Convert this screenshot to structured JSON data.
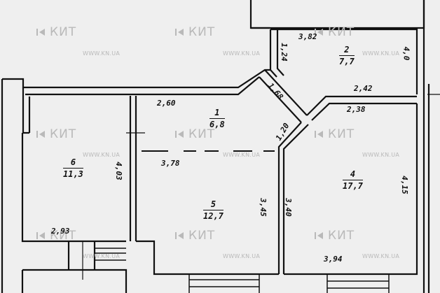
{
  "watermark": {
    "brand": "КИТ",
    "url": "WWW.KN.UA",
    "color": "#b9b9b9",
    "positions": [
      {
        "logo": [
          50,
          46
        ],
        "url": [
          118,
          77
        ]
      },
      {
        "logo": [
          248,
          46
        ],
        "url": [
          318,
          77
        ]
      },
      {
        "logo": [
          447,
          46
        ],
        "url": [
          517,
          77
        ]
      },
      {
        "logo": [
          50,
          192
        ],
        "url": [
          118,
          222
        ]
      },
      {
        "logo": [
          248,
          192
        ],
        "url": [
          318,
          222
        ]
      },
      {
        "logo": [
          447,
          192
        ],
        "url": [
          517,
          222
        ]
      },
      {
        "logo": [
          50,
          337
        ],
        "url": [
          118,
          367
        ]
      },
      {
        "logo": [
          248,
          337
        ],
        "url": [
          318,
          367
        ]
      },
      {
        "logo": [
          447,
          337
        ],
        "url": [
          517,
          367
        ]
      }
    ]
  },
  "rooms": [
    {
      "id": "1",
      "number": "1",
      "area": "6,8"
    },
    {
      "id": "2",
      "number": "2",
      "area": "7,7"
    },
    {
      "id": "4",
      "number": "4",
      "area": "17,7"
    },
    {
      "id": "5",
      "number": "5",
      "area": "12,7"
    },
    {
      "id": "6",
      "number": "6",
      "area": "11,3"
    }
  ],
  "dimensions": {
    "d_3_82": "3,82",
    "d_1_24": "1,24",
    "d_4_0": "4,0",
    "d_1_68": "1,68",
    "d_2_42": "2,42",
    "d_2_38": "2,38",
    "d_2_60": "2,60",
    "d_1_20": "1,20",
    "d_3_78": "3,78",
    "d_4_03": "4,03",
    "d_3_45": "3,45",
    "d_3_40": "3,40",
    "d_4_15": "4,15",
    "d_2_93": "2,93",
    "d_3_94": "3,94"
  },
  "colors": {
    "background": "#efefef",
    "wall": "#111111"
  }
}
